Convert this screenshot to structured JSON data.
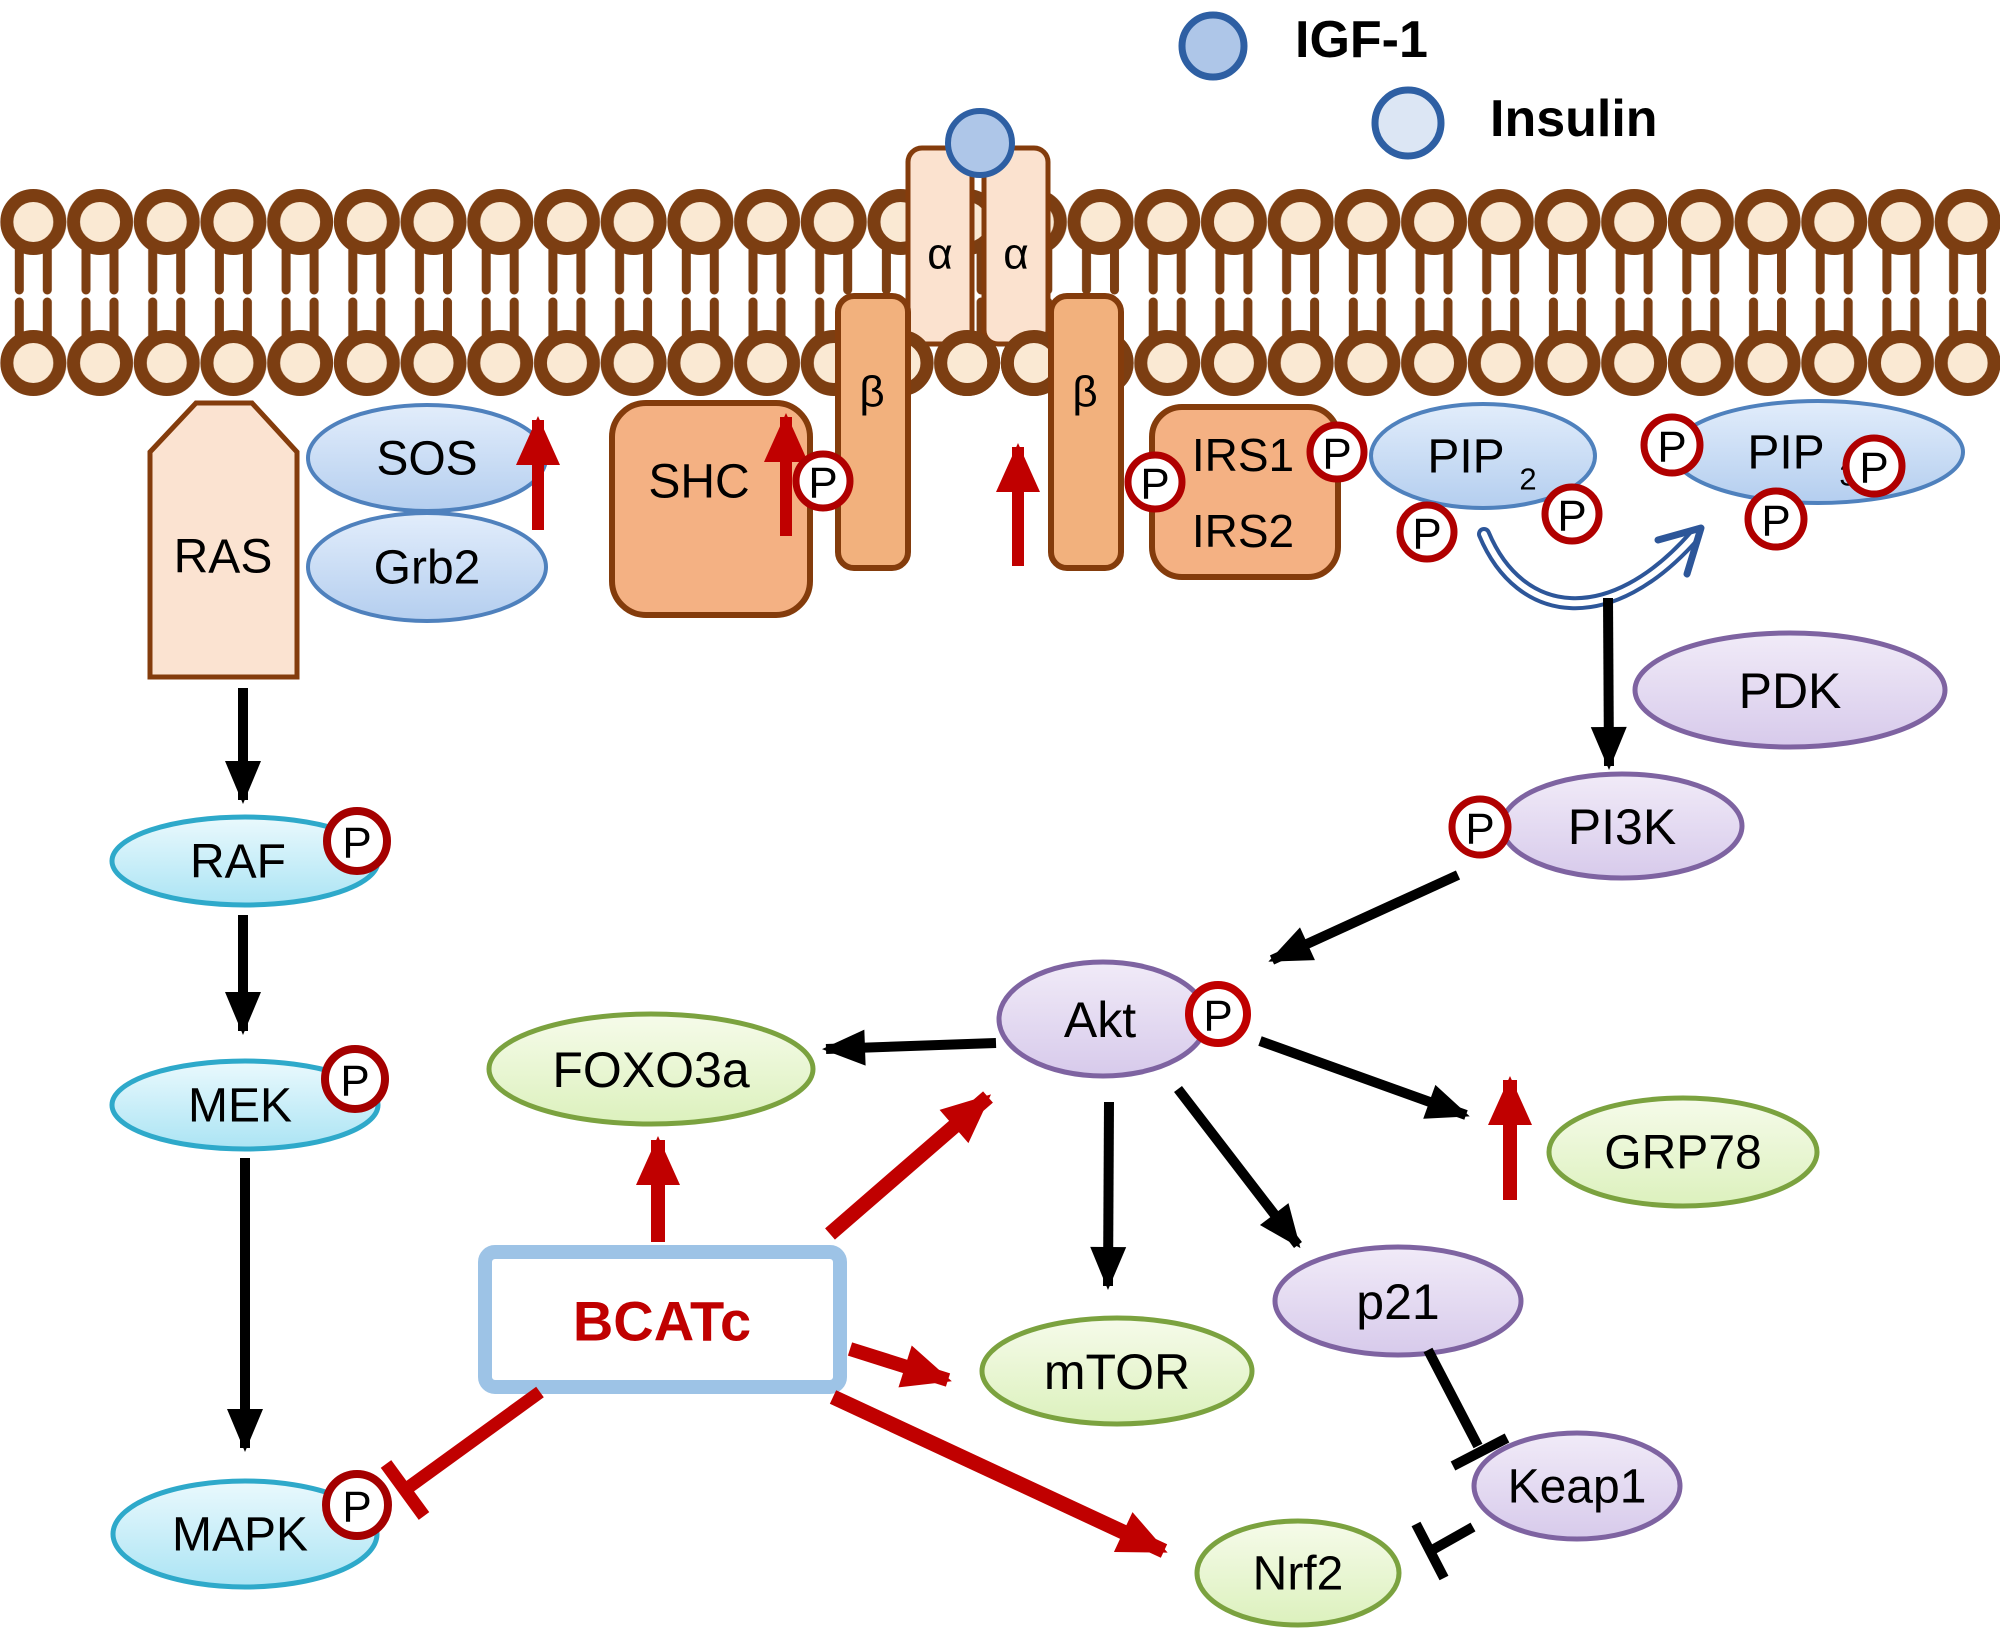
{
  "legend": {
    "igf1_label": "IGF-1",
    "insulin_label": "Insulin"
  },
  "receptor": {
    "alpha_left": "α",
    "alpha_right": "α",
    "beta_left": "β",
    "beta_right": "β"
  },
  "phospho_label": "P",
  "nodes": {
    "ras": "RAS",
    "sos": "SOS",
    "grb2": "Grb2",
    "shc": "SHC",
    "irs_line1": "IRS1",
    "irs_line2": "IRS2",
    "pip2": {
      "base": "PIP",
      "sub": "2"
    },
    "pip3": {
      "base": "PIP",
      "sub": "3"
    },
    "pdk": "PDK",
    "pi3k": "PI3K",
    "akt": "Akt",
    "foxo3a": "FOXO3a",
    "bcatc": "BCATc",
    "mtor": "mTOR",
    "p21": "p21",
    "grp78": "GRP78",
    "keap1": "Keap1",
    "nrf2": "Nrf2",
    "raf": "RAF",
    "mek": "MEK",
    "mapk": "MAPK"
  },
  "colors": {
    "membrane_brown": "#7C3E12",
    "membrane_head_fill": "#FAE9D3",
    "receptor_alpha_fill": "#FBE2CF",
    "receptor_beta_fill": "#F2B17D",
    "receptor_border": "#843C0C",
    "ligand_igf1_fill": "#AEC6E8",
    "ligand_insulin_fill": "#DCE6F4",
    "ligand_border": "#2E5FA3",
    "blue_node_border": "#4F81BD",
    "purple_node_border": "#7E63A1",
    "green_node_border": "#7BA23F",
    "cyan_node_border": "#2EA9CA",
    "phospho_border": "#B00000",
    "red_arrow": "#C00000",
    "black_arrow": "#000000",
    "bcatc_border": "#9DC3E6",
    "bcatc_text": "#C00000",
    "curved_arrow_blue": "#2D5699"
  },
  "edges": [
    {
      "from": "receptor",
      "to": "SOS/Grb2",
      "type": "upregulation",
      "color": "red"
    },
    {
      "from": "receptor",
      "to": "SHC",
      "type": "upregulation",
      "color": "red"
    },
    {
      "from": "receptor",
      "to": "beta-subunit",
      "type": "upregulation",
      "color": "red"
    },
    {
      "from": "PIP2",
      "to": "PIP3",
      "type": "conversion",
      "color": "blue"
    },
    {
      "from": "PIP3",
      "to": "PI3K",
      "type": "activation",
      "color": "black"
    },
    {
      "from": "PI3K",
      "to": "Akt",
      "type": "activation",
      "color": "black"
    },
    {
      "from": "RAS",
      "to": "RAF",
      "type": "activation",
      "color": "black"
    },
    {
      "from": "RAF",
      "to": "MEK",
      "type": "activation",
      "color": "black"
    },
    {
      "from": "MEK",
      "to": "MAPK",
      "type": "activation",
      "color": "black"
    },
    {
      "from": "Akt",
      "to": "FOXO3a",
      "type": "activation",
      "color": "black"
    },
    {
      "from": "Akt",
      "to": "mTOR",
      "type": "activation",
      "color": "black"
    },
    {
      "from": "Akt",
      "to": "p21",
      "type": "activation",
      "color": "black"
    },
    {
      "from": "Akt",
      "to": "GRP78",
      "type": "upregulation",
      "color": "black+red"
    },
    {
      "from": "p21",
      "to": "Keap1",
      "type": "inhibition",
      "color": "black"
    },
    {
      "from": "Keap1",
      "to": "Nrf2",
      "type": "inhibition",
      "color": "black"
    },
    {
      "from": "BCATc",
      "to": "FOXO3a",
      "type": "activation",
      "color": "red"
    },
    {
      "from": "BCATc",
      "to": "Akt",
      "type": "activation",
      "color": "red"
    },
    {
      "from": "BCATc",
      "to": "mTOR",
      "type": "activation",
      "color": "red"
    },
    {
      "from": "BCATc",
      "to": "Nrf2",
      "type": "activation",
      "color": "red"
    },
    {
      "from": "BCATc",
      "to": "MAPK",
      "type": "inhibition",
      "color": "red"
    }
  ]
}
